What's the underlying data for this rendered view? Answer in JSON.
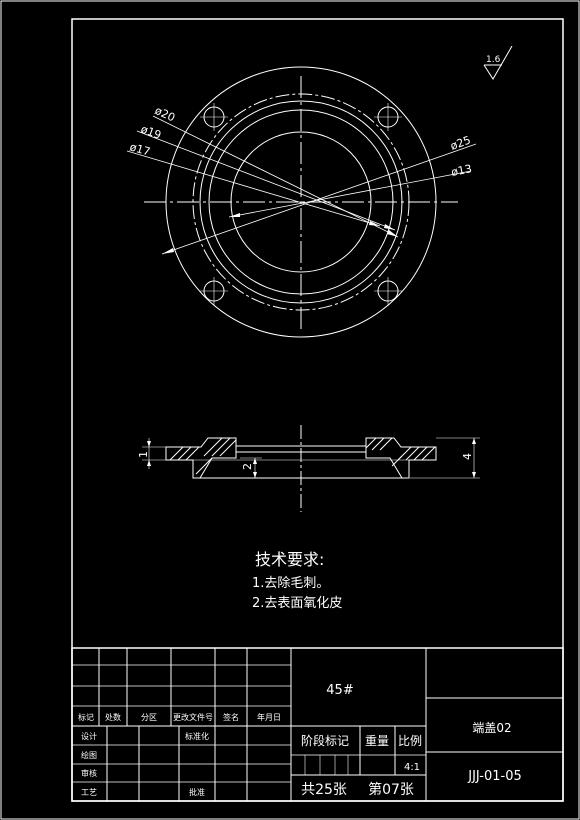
{
  "dimensions": {
    "d20": "ø20",
    "d19": "ø19",
    "d17": "ø17",
    "d25": "ø25",
    "d13": "ø13",
    "h1": "1",
    "h2": "2",
    "h4": "4",
    "roughness": "1.6"
  },
  "tech_req": {
    "title": "技术要求:",
    "line1": "1.去除毛刺。",
    "line2": "2.去表面氧化皮"
  },
  "title_block": {
    "material": "45#",
    "part_name": "端盖02",
    "drawing_no": "JJJ-01-05",
    "scale": "4:1",
    "sheets_total": "共25张",
    "sheet_no": "第07张",
    "stage_mark": "阶段标记",
    "weight": "重量",
    "scale_label": "比例",
    "mark": "标记",
    "count": "处数",
    "zone": "分区",
    "change_doc": "更改文件号",
    "signature": "签名",
    "date": "年月日",
    "design": "设计",
    "standardize": "标准化",
    "draw": "绘图",
    "review": "审核",
    "process": "工艺",
    "approve": "批准"
  }
}
